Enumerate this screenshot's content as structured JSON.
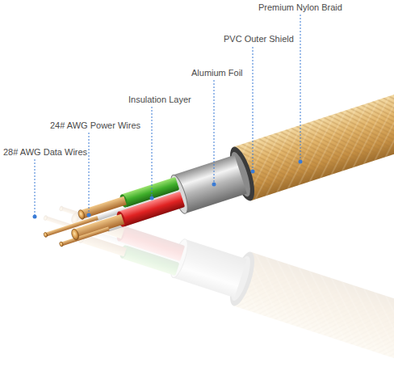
{
  "diagram": {
    "labels": [
      "Premium Nylon Braid",
      "PVC Outer Shield",
      "Alumium Foil",
      "Insulation Layer",
      "24# AWG Power Wires",
      "28# AWG Data Wires"
    ]
  }
}
